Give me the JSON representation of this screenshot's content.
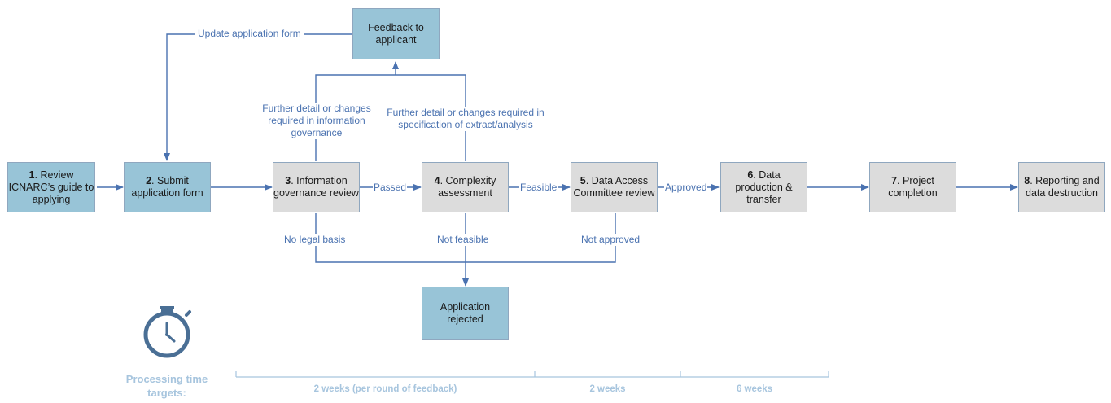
{
  "boxes": {
    "step1": {
      "num": "1",
      "text": ". Review ICNARC’s guide to applying"
    },
    "step2": {
      "num": "2",
      "text": ". Submit application form"
    },
    "step3": {
      "num": "3",
      "text": ". Information governance review"
    },
    "step4": {
      "num": "4",
      "text": ". Complexity assessment"
    },
    "step5": {
      "num": "5",
      "text": ". Data Access Committee review"
    },
    "step6": {
      "num": "6",
      "text": ". Data production & transfer"
    },
    "step7": {
      "num": "7",
      "text": ". Project completion"
    },
    "step8": {
      "num": "8",
      "text": ". Reporting and data destruction"
    },
    "feedback": {
      "text": "Feedback to applicant"
    },
    "rejected": {
      "text": "Application rejected"
    }
  },
  "labels": {
    "update_form": "Update application form",
    "ig_changes": "Further detail or changes required in information governance",
    "spec_changes": "Further detail or changes required in specification of extract/analysis",
    "passed": "Passed",
    "feasible": "Feasible",
    "approved": "Approved",
    "no_legal_basis": "No legal basis",
    "not_feasible": "Not feasible",
    "not_approved": "Not approved"
  },
  "timeline": {
    "title": "Processing time targets:",
    "segments": [
      "2 weeks (per round of feedback)",
      "2 weeks",
      "6 weeks"
    ]
  },
  "icons": {
    "stopwatch": "stopwatch-icon"
  },
  "colors": {
    "blue_box": "#98c4d7",
    "grey_box": "#dcdcdc",
    "connector": "#4a72b0",
    "label_text": "#4a72b0",
    "timeline": "#a7c5de",
    "stopwatch": "#4a6f95"
  }
}
